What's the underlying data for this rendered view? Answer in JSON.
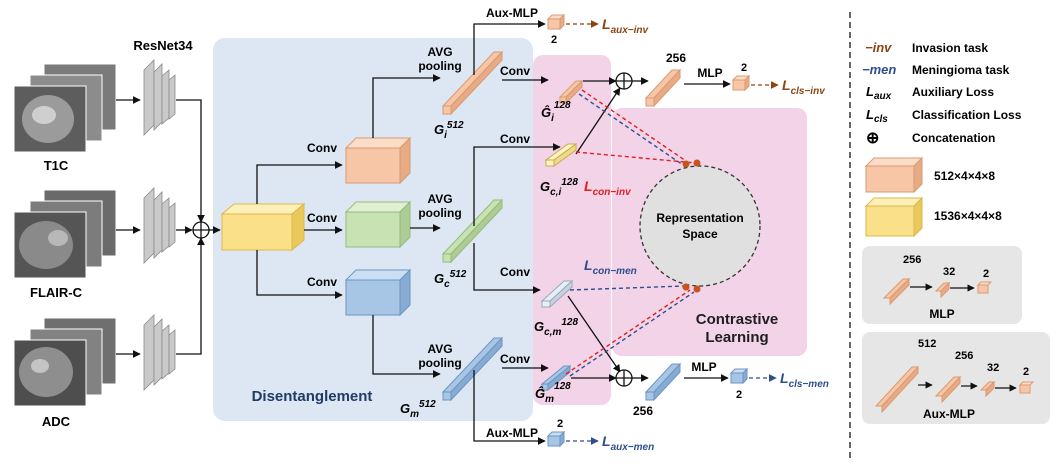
{
  "inputs": {
    "t1c": "T1C",
    "flair": "FLAIR-C",
    "adc": "ADC",
    "backbone": "ResNet34"
  },
  "regions": {
    "disentanglement": "Disentanglement",
    "contrastive_line1": "Contrastive",
    "contrastive_line2": "Learning",
    "repr_line1": "Representation",
    "repr_line2": "Space"
  },
  "ops": {
    "conv": "Conv",
    "avg_line1": "AVG",
    "avg_line2": "pooling",
    "mlp": "MLP",
    "aux_mlp": "Aux-MLP"
  },
  "features": {
    "gi": "G",
    "gi_sub": "i",
    "gi_sup": "512",
    "gc": "G",
    "gc_sub": "c",
    "gc_sup": "512",
    "gm": "G",
    "gm_sub": "m",
    "gm_sup": "512",
    "gi_hat": "Ĝ",
    "gi_hat_sub": "i",
    "gi_hat_sup": "128",
    "gci": "G",
    "gci_sub": "c,i",
    "gci_sup": "128",
    "gcm": "G",
    "gcm_sub": "c,m",
    "gcm_sup": "128",
    "gm_hat": "Ĝ",
    "gm_hat_sub": "m",
    "gm_hat_sup": "128"
  },
  "dims": {
    "d256": "256",
    "d2": "2",
    "d128": "128"
  },
  "losses": {
    "aux_inv": "L",
    "aux_inv_sub": "aux−inv",
    "cls_inv": "L",
    "cls_inv_sub": "cls−inv",
    "con_inv": "L",
    "con_inv_sub": "con−inv",
    "con_men": "L",
    "con_men_sub": "con−men",
    "cls_men": "L",
    "cls_men_sub": "cls−men",
    "aux_men": "L",
    "aux_men_sub": "aux−men"
  },
  "legend": {
    "inv_sym": "−inv",
    "inv_text": "Invasion task",
    "men_sym": "−men",
    "men_text": "Meningioma task",
    "laux_sym": "L",
    "laux_sub": "aux",
    "laux_text": "Auxiliary Loss",
    "lcls_sym": "L",
    "lcls_sub": "cls",
    "lcls_text": "Classification Loss",
    "concat_sym": "⊕",
    "concat_text": "Concatenation",
    "box1_text": "512×4×4×8",
    "box2_text": "1536×4×4×8",
    "mlp_dims": [
      "256",
      "32",
      "2"
    ],
    "mlp_title": "MLP",
    "aux_dims": [
      "512",
      "256",
      "32",
      "2"
    ],
    "aux_title": "Aux-MLP"
  },
  "colors": {
    "inv": "#8b4513",
    "men": "#2f4f8a",
    "con_inv": "#e02020",
    "orange_face": "#f7c6a6",
    "green_face": "#c9e2b3",
    "blue_face": "#a7c6e6",
    "yellow_face": "#fbe08a",
    "disent_bg": "#dce7f3",
    "contrast_bg": "#f2d3e8"
  }
}
